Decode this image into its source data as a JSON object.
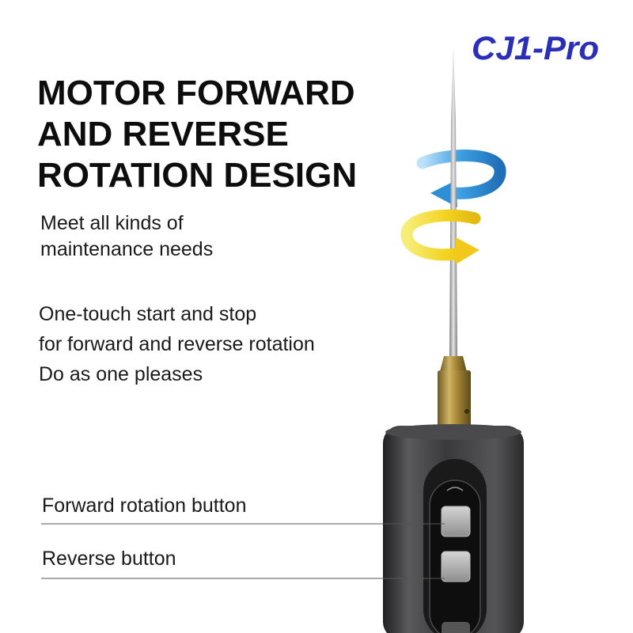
{
  "brand": {
    "model": "CJ1-Pro",
    "color": "#2b2fb8"
  },
  "headline": {
    "lines": [
      "MOTOR FORWARD",
      "AND REVERSE",
      "ROTATION DESIGN"
    ]
  },
  "feature_1": {
    "lines": [
      "Meet all kinds of",
      "maintenance needs"
    ]
  },
  "feature_2": {
    "lines": [
      "One-touch start and stop",
      "for forward and reverse rotation",
      "Do as one pleases"
    ]
  },
  "callouts": {
    "forward_label": "Forward rotation button",
    "reverse_label": "Reverse button"
  },
  "icons": {
    "top_arrow": "blue-counterclockwise-rotation-arrow-icon",
    "bottom_arrow": "yellow-clockwise-rotation-arrow-icon"
  },
  "colors": {
    "blue_arrow": "#2f8fd6",
    "yellow_arrow": "#f2d21c",
    "body": "#3d3d3f",
    "collet": "#a88a3c"
  }
}
